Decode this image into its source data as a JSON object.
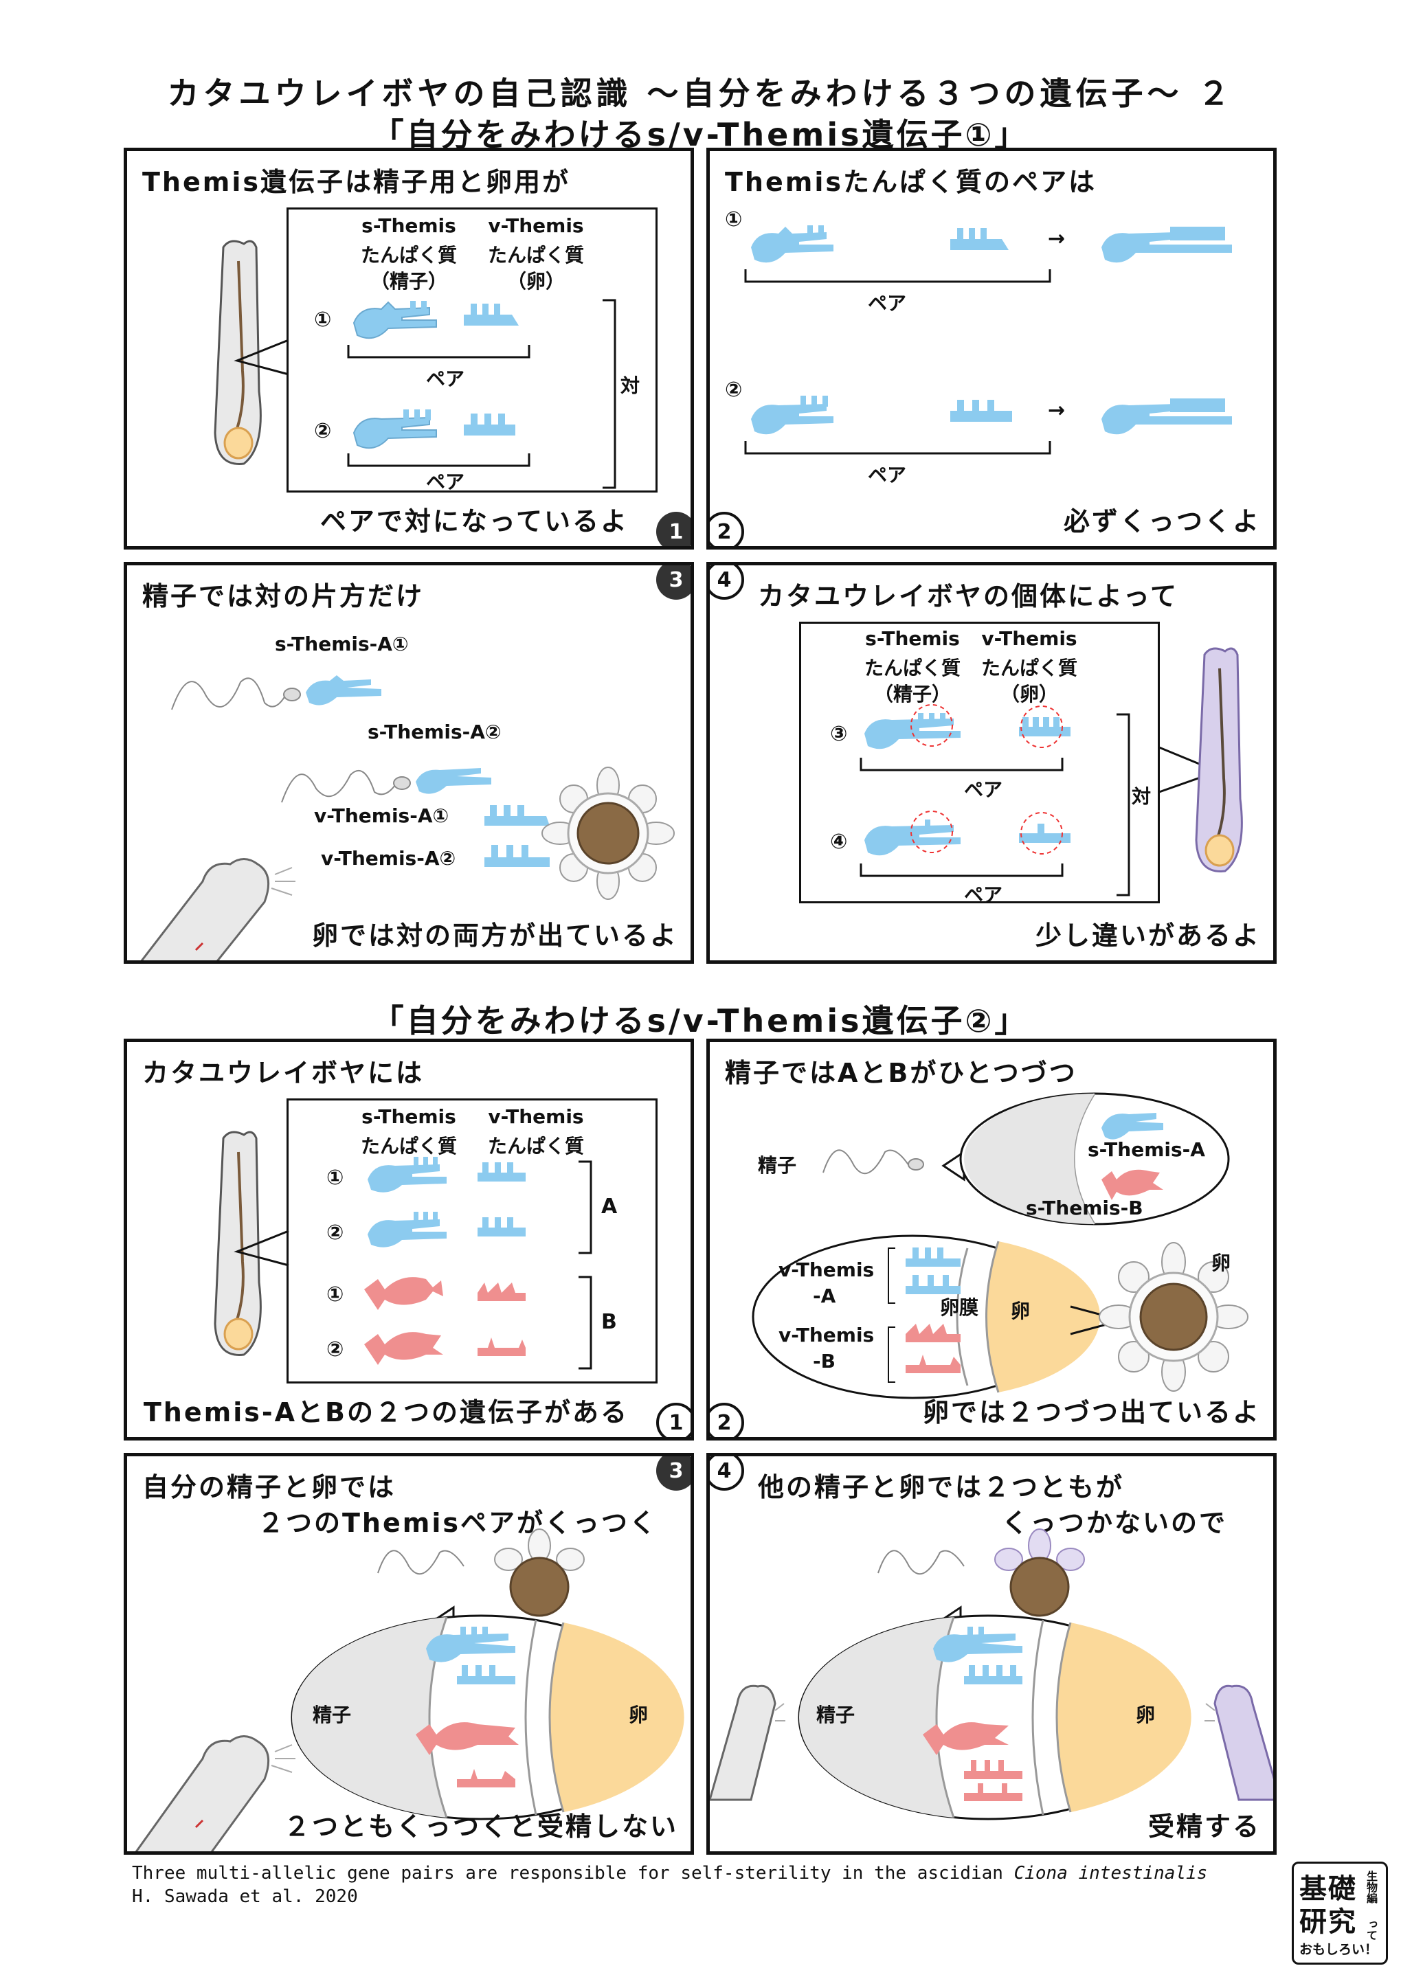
{
  "header": {
    "title": "カタユウレイボヤの自己認識 〜自分をみわける３つの遺伝子〜 ２",
    "section1": "「自分をみわけるs/v-Themis遺伝子①」",
    "section2": "「自分をみわけるs/v-Themis遺伝子②」"
  },
  "colors": {
    "blue": "#8ccbef",
    "pink": "#ef8f8f",
    "egg_yolk": "#fbd99a",
    "dark": "#333333"
  },
  "s1": {
    "p1": {
      "title": "Themis遺伝子は精子用と卵用が",
      "col_s": "s-Themis",
      "col_s_sub": "たんぱく質",
      "col_s_note": "（精子）",
      "col_v": "v-Themis",
      "col_v_sub": "たんぱく質",
      "col_v_note": "（卵）",
      "row1": "①",
      "row2": "②",
      "pair": "ペア",
      "taiku": "対",
      "caption": "ペアで対になっているよ",
      "num": "1"
    },
    "p2": {
      "title": "Themisたんぱく質のペアは",
      "row1": "①",
      "row2": "②",
      "pair": "ペア",
      "arrow": "→",
      "caption": "必ずくっつくよ",
      "num": "2"
    },
    "p3": {
      "title": "精子では対の片方だけ",
      "s1": "s-Themis-A①",
      "s2": "s-Themis-A②",
      "v1": "v-Themis-A①",
      "v2": "v-Themis-A②",
      "caption": "卵では対の両方が出ているよ",
      "num": "3"
    },
    "p4": {
      "title": "カタユウレイボヤの個体によって",
      "col_s": "s-Themis",
      "col_s_sub": "たんぱく質",
      "col_s_note": "（精子）",
      "col_v": "v-Themis",
      "col_v_sub": "たんぱく質",
      "col_v_note": "（卵）",
      "row1": "③",
      "row2": "④",
      "pair": "ペア",
      "taiku": "対",
      "caption": "少し違いがあるよ",
      "num": "4"
    }
  },
  "s2": {
    "p1": {
      "title": "カタユウレイボヤには",
      "col_s": "s-Themis",
      "col_s_sub": "たんぱく質",
      "col_v": "v-Themis",
      "col_v_sub": "たんぱく質",
      "r1": "①",
      "r2": "②",
      "r3": "①",
      "r4": "②",
      "group_a": "A",
      "group_b": "B",
      "caption": "Themis-AとBの２つの遺伝子がある",
      "num": "1"
    },
    "p2": {
      "title": "精子ではAとBがひとつづつ",
      "sperm": "精子",
      "sA": "s-Themis-A",
      "sB": "s-Themis-B",
      "vA": "v-Themis",
      "vA2": "-A",
      "vB": "v-Themis",
      "vB2": "-B",
      "membrane": "卵膜",
      "egg_in": "卵",
      "egg_out": "卵",
      "caption": "卵では２つづつ出ているよ",
      "num": "2"
    },
    "p3": {
      "title1": "自分の精子と卵では",
      "title2": "２つのThemisペアがくっつく",
      "sperm": "精子",
      "egg": "卵",
      "caption": "２つともくっつくと受精しない",
      "num": "3"
    },
    "p4": {
      "title1": "他の精子と卵では２つともが",
      "title2": "くっつかないので",
      "sperm": "精子",
      "egg": "卵",
      "caption": "受精する",
      "num": "4"
    }
  },
  "footer": {
    "line1a": "Three multi-allelic gene pairs are responsible for self-sterility in the ascidian ",
    "line1b": "Ciona intestinalis",
    "line2": "H. Sawada et al. 2020"
  },
  "logo": {
    "c1": "基",
    "c2": "礎",
    "c3": "研",
    "c4": "究",
    "side": "生物編",
    "tte": "って",
    "bottom": "おもしろい！"
  }
}
